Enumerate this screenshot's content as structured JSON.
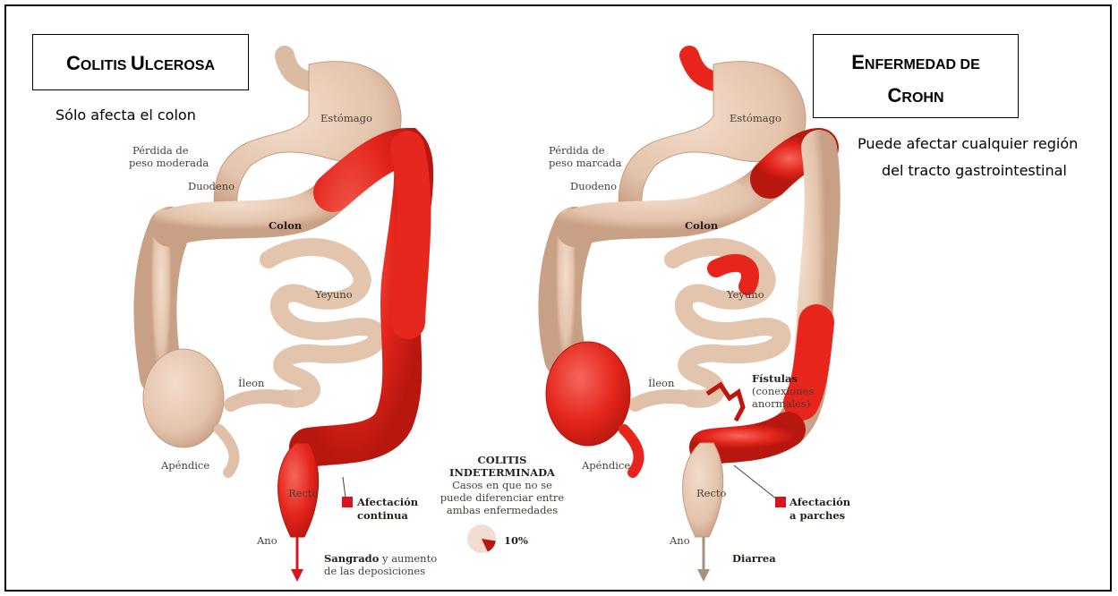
{
  "left_panel": {
    "title_first_big": "C",
    "title_first_rest": "OLITIS ",
    "title_second_big": "U",
    "title_second_rest": "LCEROSA",
    "caption": "Sólo afecta el colon",
    "labels": {
      "weight_line1": "Pérdida de",
      "weight_line2": "peso moderada",
      "stomach": "Estómago",
      "duodenum": "Duodeno",
      "colon": "Colon",
      "jejunum": "Yeyuno",
      "ileum": "Íleon",
      "appendix": "Apéndice",
      "rectum": "Recto",
      "anus": "Ano",
      "legend_line1": "Afectación",
      "legend_line2": "continua",
      "symptom_bold": "Sangrado",
      "symptom_rest": " y aumento",
      "symptom_line2": "de las deposiciones"
    }
  },
  "center": {
    "title_line1": "COLITIS",
    "title_line2": "INDETERMINADA",
    "desc_line1": "Casos en que no se",
    "desc_line2": "puede diferenciar entre",
    "desc_line3": "ambas enfermedades",
    "percent_label": "10%",
    "pie_fraction": 0.1
  },
  "right_panel": {
    "title_line1_big": "E",
    "title_line1_rest": "NFERMEDAD DE",
    "title_line2_big": "C",
    "title_line2_rest": "ROHN",
    "caption_line1": "Puede afectar cualquier región",
    "caption_line2": "del tracto gastrointestinal",
    "labels": {
      "weight_line1": "Pérdida de",
      "weight_line2": "peso marcada",
      "stomach": "Estómago",
      "duodenum": "Duodeno",
      "colon": "Colon",
      "jejunum": "Yeyuno",
      "ileum": "Íleon",
      "fistula_bold": "Fístulas",
      "fistula_line2": "(conexiones",
      "fistula_line3": "anormales)",
      "appendix": "Apéndice",
      "rectum": "Recto",
      "anus": "Ano",
      "legend_line1": "Afectación",
      "legend_line2": "a parches",
      "symptom": "Diarrea"
    }
  },
  "colors": {
    "tissue": "#e6c8b2",
    "tissue_dark": "#c9a48a",
    "inflamed": "#e8251b",
    "inflamed_dark": "#b5140e",
    "legend_square": "#d8141d",
    "arrow_left": "#d8141d",
    "arrow_right": "#a89080"
  }
}
